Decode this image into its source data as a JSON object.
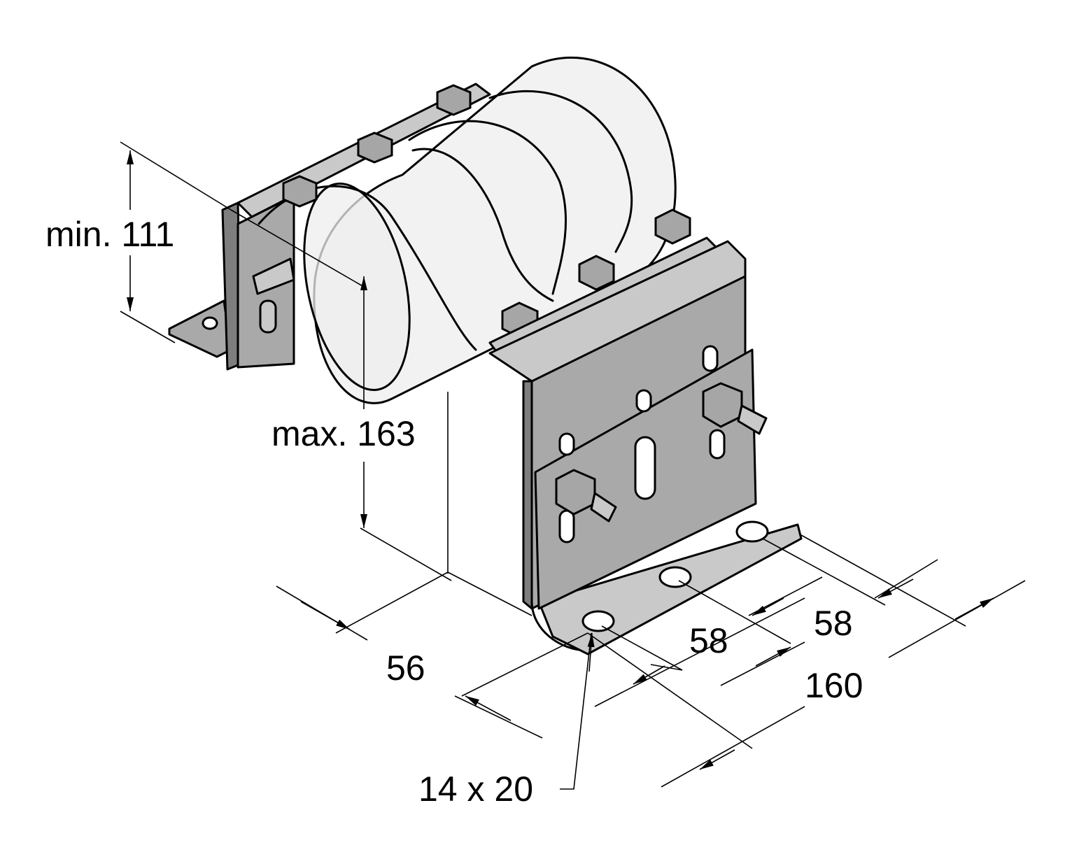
{
  "dimensions": {
    "min_height": "min. 111",
    "max_height": "max. 163",
    "depth": "56",
    "hole_spacing_1": "58",
    "hole_spacing_2": "58",
    "total_width": "160",
    "slot_size": "14 x 20"
  },
  "colors": {
    "line": "#000000",
    "steel_light": "#c9c9c9",
    "steel_mid": "#a9a9a9",
    "steel_dark": "#7e7e7e",
    "pipe": "#eeeeee"
  }
}
